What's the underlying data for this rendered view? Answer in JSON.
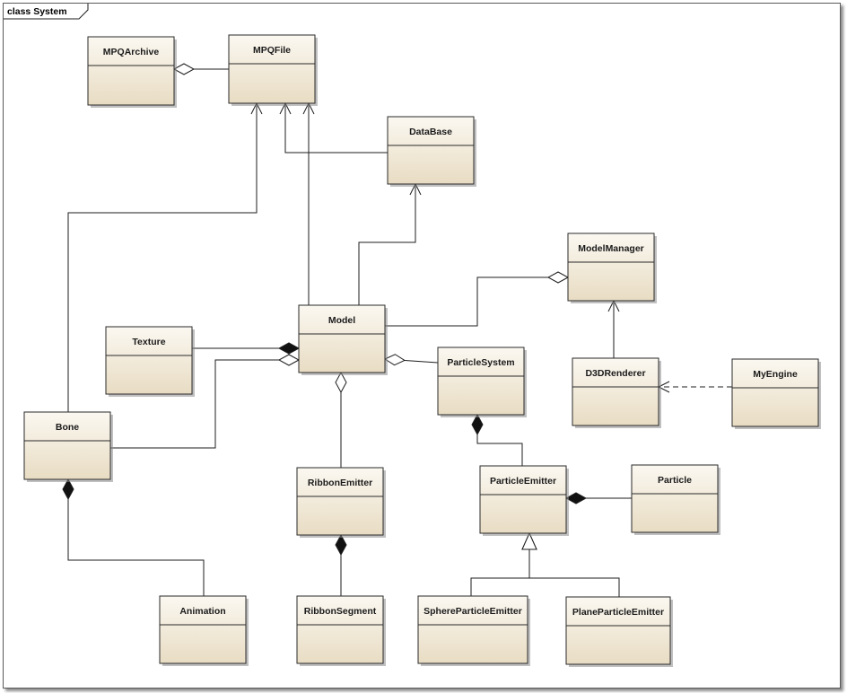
{
  "diagram": {
    "frame_label": "class System",
    "colors": {
      "box_top": "#fbf8f1",
      "box_bottom": "#e8dcc3",
      "line": "#1e1e1e",
      "shadow": "#8c8c8c"
    },
    "classes": [
      {
        "id": "mpqarchive",
        "name": "MPQArchive"
      },
      {
        "id": "mpqfile",
        "name": "MPQFile"
      },
      {
        "id": "database",
        "name": "DataBase"
      },
      {
        "id": "modelmanager",
        "name": "ModelManager"
      },
      {
        "id": "texture",
        "name": "Texture"
      },
      {
        "id": "model",
        "name": "Model"
      },
      {
        "id": "particlesystem",
        "name": "ParticleSystem"
      },
      {
        "id": "d3drenderer",
        "name": "D3DRenderer"
      },
      {
        "id": "myengine",
        "name": "MyEngine"
      },
      {
        "id": "bone",
        "name": "Bone"
      },
      {
        "id": "ribbonemitter",
        "name": "RibbonEmitter"
      },
      {
        "id": "particleemitter",
        "name": "ParticleEmitter"
      },
      {
        "id": "particle",
        "name": "Particle"
      },
      {
        "id": "animation",
        "name": "Animation"
      },
      {
        "id": "ribbonsegment",
        "name": "RibbonSegment"
      },
      {
        "id": "sphereparticleemitter",
        "name": "SphereParticleEmitter"
      },
      {
        "id": "planeparticleemitter",
        "name": "PlaneParticleEmitter"
      }
    ],
    "relations": [
      {
        "id": "mpqarchive-mpqfile",
        "from": "mpqfile",
        "to": "mpqarchive",
        "type": "aggregation"
      },
      {
        "id": "database-mpqfile",
        "from": "database",
        "to": "mpqfile",
        "type": "association"
      },
      {
        "id": "model-mpqfile",
        "from": "model",
        "to": "mpqfile",
        "type": "association"
      },
      {
        "id": "bone-mpqfile",
        "from": "bone",
        "to": "mpqfile",
        "type": "association"
      },
      {
        "id": "model-database",
        "from": "model",
        "to": "database",
        "type": "association"
      },
      {
        "id": "model-modelmanager",
        "from": "model",
        "to": "modelmanager",
        "type": "aggregation"
      },
      {
        "id": "d3drenderer-modelmanager",
        "from": "d3drenderer",
        "to": "modelmanager",
        "type": "association"
      },
      {
        "id": "myengine-d3drenderer",
        "from": "myengine",
        "to": "d3drenderer",
        "type": "dependency"
      },
      {
        "id": "texture-model",
        "from": "texture",
        "to": "model",
        "type": "composition"
      },
      {
        "id": "bone-model",
        "from": "bone",
        "to": "model",
        "type": "aggregation"
      },
      {
        "id": "particlesystem-model",
        "from": "particlesystem",
        "to": "model",
        "type": "aggregation"
      },
      {
        "id": "ribbonemitter-model",
        "from": "ribbonemitter",
        "to": "model",
        "type": "aggregation"
      },
      {
        "id": "ribbonsegment-ribbonemitter",
        "from": "ribbonsegment",
        "to": "ribbonemitter",
        "type": "composition"
      },
      {
        "id": "particleemitter-particlesystem",
        "from": "particleemitter",
        "to": "particlesystem",
        "type": "composition"
      },
      {
        "id": "particle-particleemitter",
        "from": "particle",
        "to": "particleemitter",
        "type": "composition"
      },
      {
        "id": "animation-bone",
        "from": "animation",
        "to": "bone",
        "type": "composition"
      },
      {
        "id": "sphere-particleemitter",
        "from": "sphereparticleemitter",
        "to": "particleemitter",
        "type": "generalization"
      },
      {
        "id": "plane-particleemitter",
        "from": "planeparticleemitter",
        "to": "particleemitter",
        "type": "generalization"
      }
    ]
  }
}
